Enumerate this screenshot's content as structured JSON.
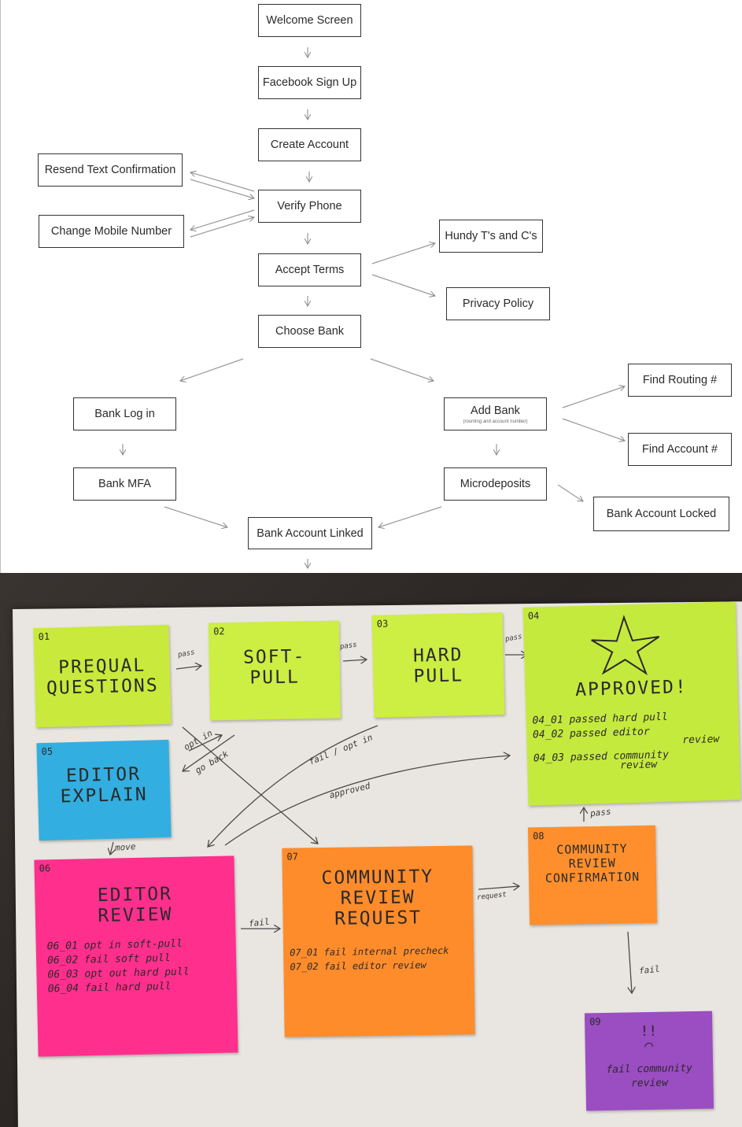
{
  "flowchart": {
    "boxes": {
      "welcome": "Welcome Screen",
      "facebook": "Facebook Sign Up",
      "create": "Create Account",
      "resend": "Resend Text Confirmation",
      "change_mobile": "Change Mobile Number",
      "verify": "Verify Phone",
      "accept_terms": "Accept Terms",
      "hundy_tcs": "Hundy T's and C's",
      "privacy": "Privacy Policy",
      "choose_bank": "Choose Bank",
      "bank_login": "Bank Log in",
      "bank_mfa": "Bank MFA",
      "add_bank": "Add Bank",
      "add_bank_sub": "(rounting and account number)",
      "find_routing": "Find Routing #",
      "find_account": "Find Account #",
      "microdeposits": "Microdeposits",
      "bank_locked": "Bank Account Locked",
      "bank_linked": "Bank Account Linked"
    }
  },
  "sticky_notes": {
    "n01": {
      "num": "01",
      "title": "PREQUAL\nQUESTIONS",
      "color": "#c9ea3c"
    },
    "n02": {
      "num": "02",
      "title": "SOFT-\nPULL",
      "color": "#cdee42"
    },
    "n03": {
      "num": "03",
      "title": "HARD\nPULL",
      "color": "#cdee42"
    },
    "n04": {
      "num": "04",
      "title": "APPROVED!",
      "color": "#c5ea3e",
      "lines": [
        "04_01  passed hard pull",
        "04_02  passed editor",
        "review",
        "04_03  passed community",
        "review"
      ]
    },
    "n05": {
      "num": "05",
      "title": "EDITOR\nEXPLAIN",
      "color": "#33aee0"
    },
    "n06": {
      "num": "06",
      "title": "EDITOR\nREVIEW",
      "color": "#ff2f8e",
      "lines": [
        "06_01  opt in soft-pull",
        "06_02  fail soft pull",
        "06_03  opt out hard pull",
        "06_04  fail hard pull"
      ]
    },
    "n07": {
      "num": "07",
      "title": "COMMUNITY\nREVIEW\nREQUEST",
      "color": "#ff8c2b",
      "lines": [
        "07_01  fail internal precheck",
        "07_02  fail editor review"
      ]
    },
    "n08": {
      "num": "08",
      "title": "COMMUNITY\nREVIEW\nCONFIRMATION",
      "color": "#ff8f2c"
    },
    "n09": {
      "num": "09",
      "face": "!!\n⌒",
      "color": "#9b4dc2",
      "lines": [
        "fail community",
        "review"
      ]
    }
  },
  "handwriting": {
    "pass1": "pass",
    "pass2": "pass",
    "pass3": "pass",
    "opt_in": "opt in",
    "go_back": "go back",
    "fail_opt_in": "fail / opt in",
    "approved": "approved",
    "move": "move",
    "fail": "fail",
    "request": "request",
    "pass4": "pass",
    "fail2": "fail"
  }
}
